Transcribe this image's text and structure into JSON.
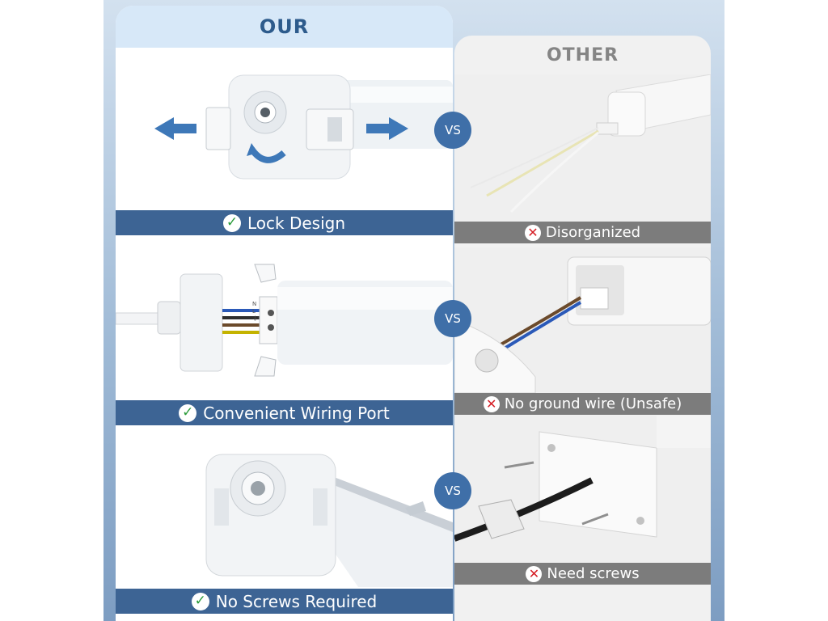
{
  "our": {
    "title": "OUR"
  },
  "other": {
    "title": "OTHER"
  },
  "vs_label": "VS",
  "rows": [
    {
      "our_caption": "Lock Design",
      "other_caption": "Disorganized"
    },
    {
      "our_caption": "Convenient Wiring Port",
      "other_caption": "No ground wire (Unsafe)"
    },
    {
      "our_caption": "No Screws Required",
      "other_caption": "Need screws"
    }
  ],
  "colors": {
    "our_caption_bg": "#3d6494",
    "other_caption_bg": "#7c7c7c",
    "vs_circle": "#3f6fa8",
    "check": "#2b9b3a",
    "cross": "#d61f26"
  },
  "icons": {
    "ok": "check-circle-icon",
    "bad": "x-circle-icon"
  },
  "wire_terminal_marks": [
    "N",
    "L",
    "⏚"
  ]
}
